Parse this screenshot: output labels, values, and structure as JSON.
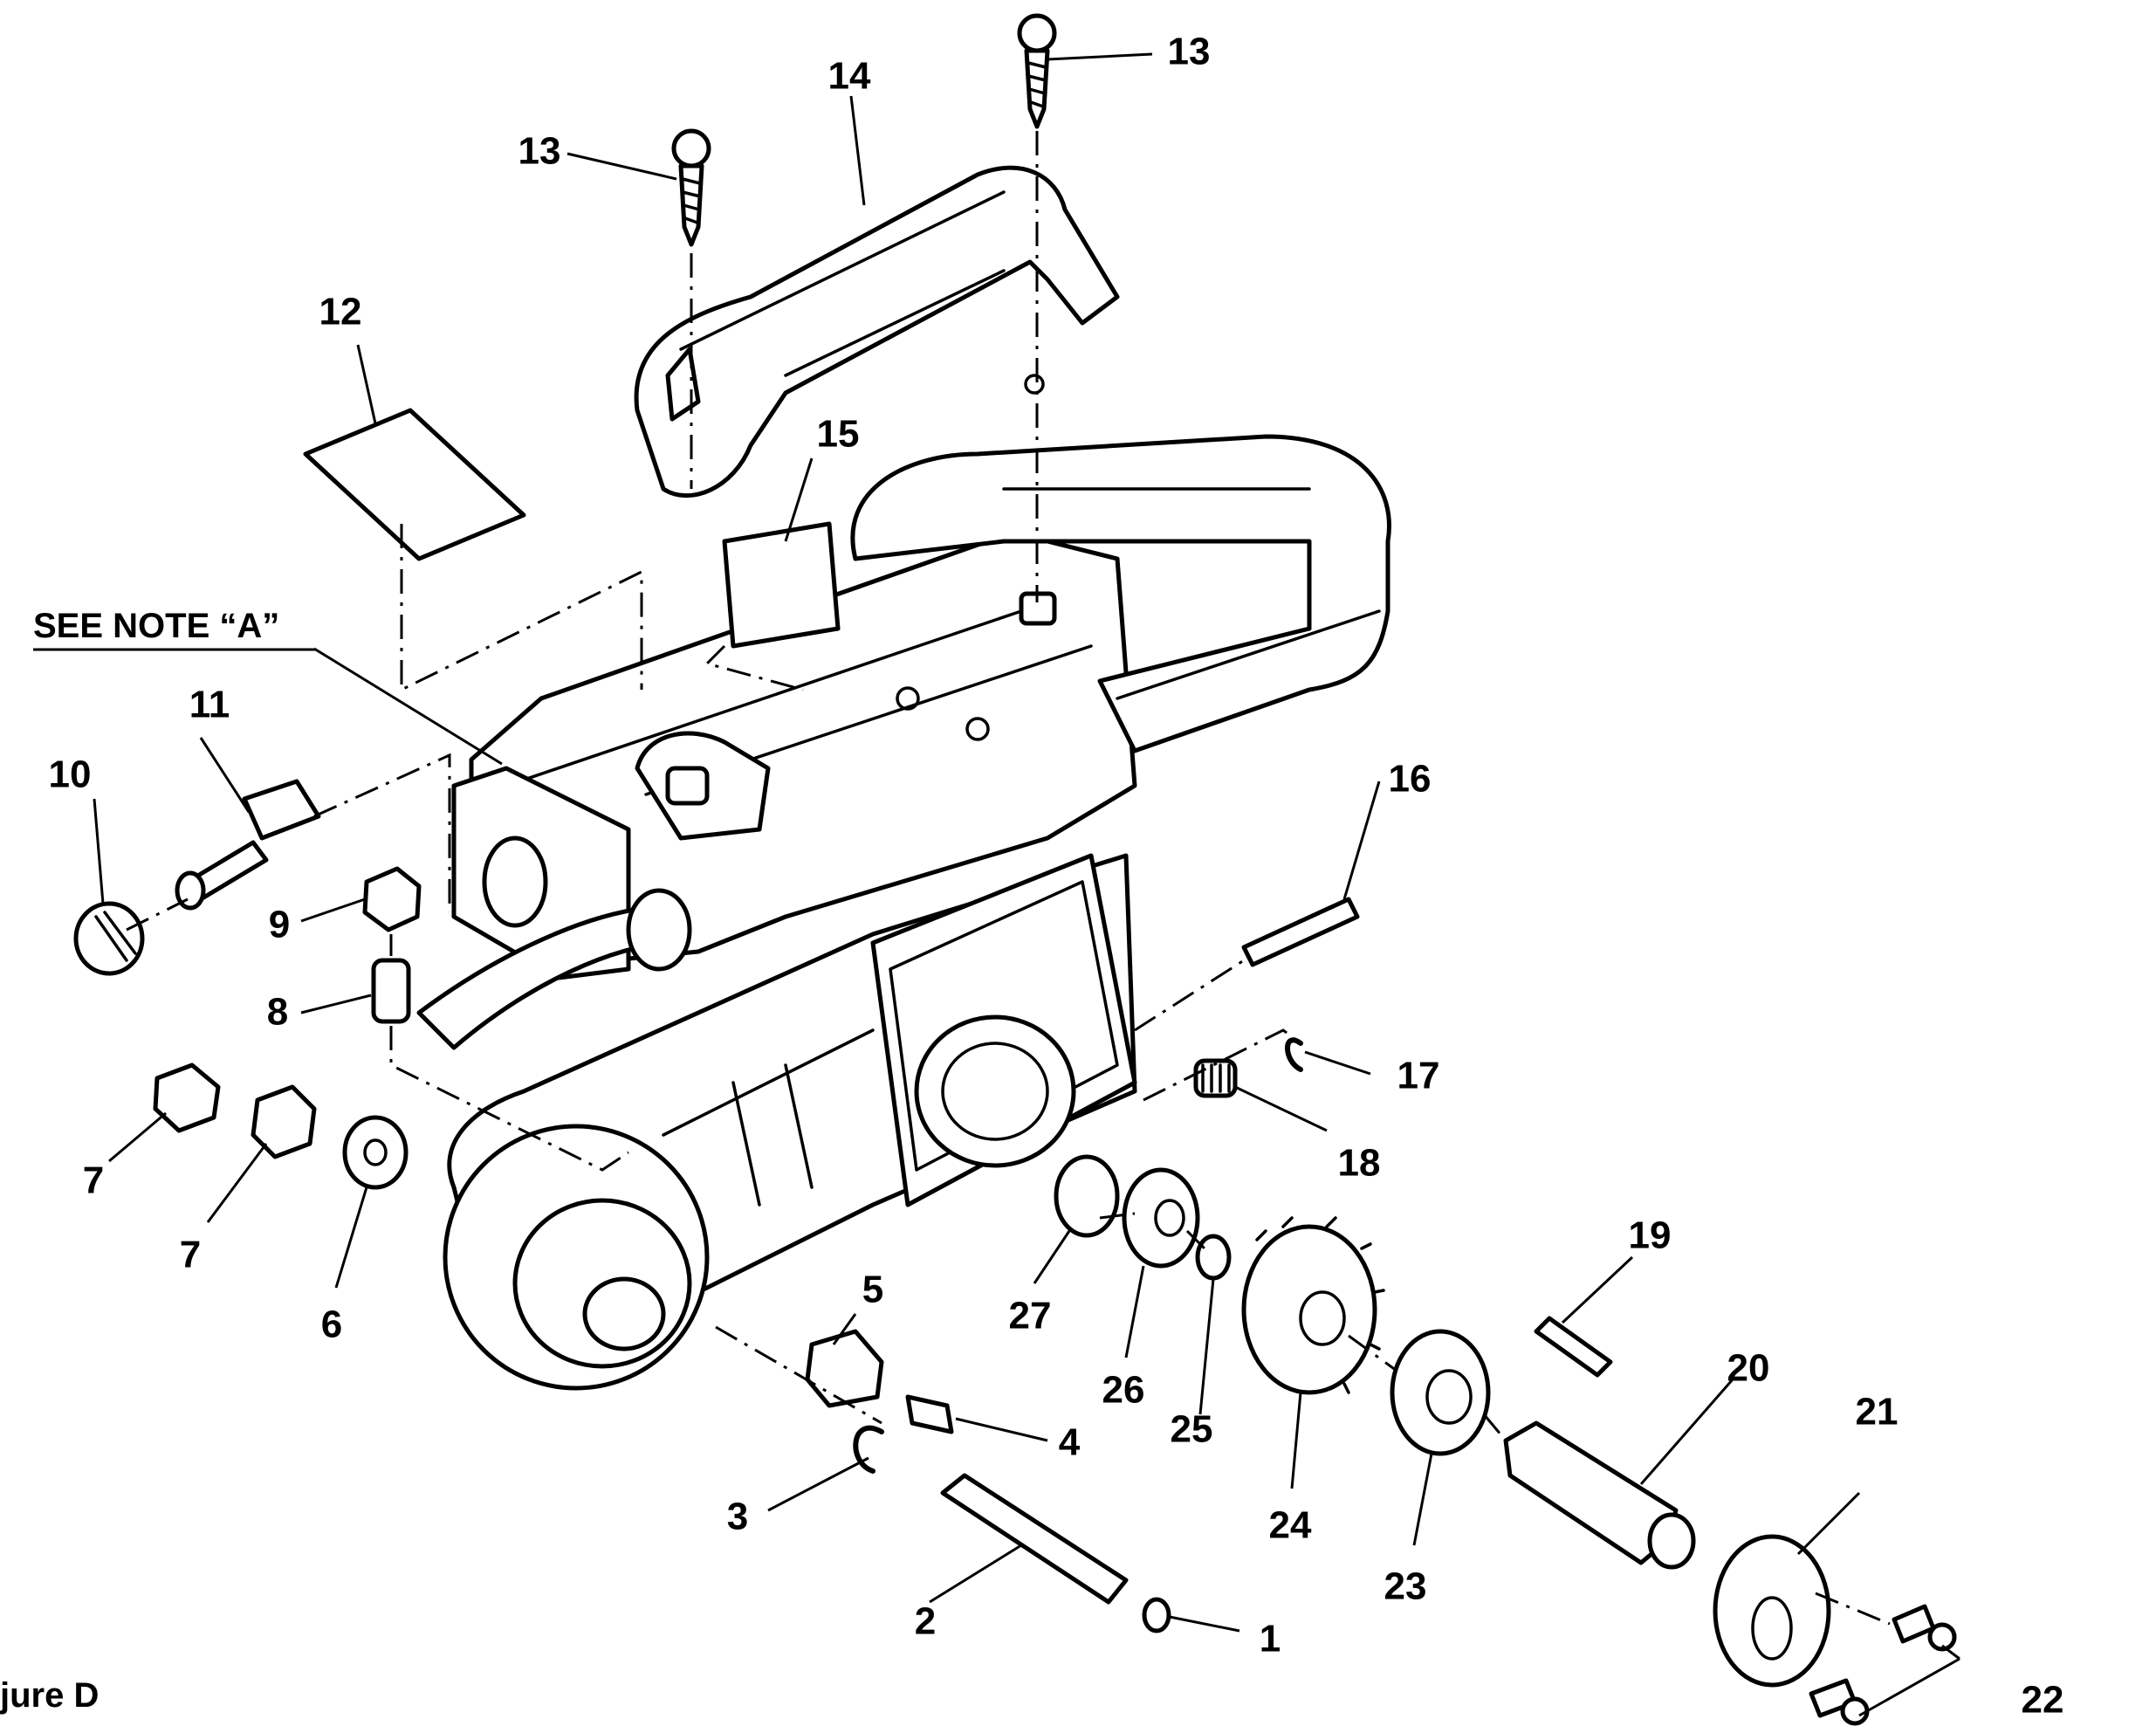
{
  "note_label": "SEE NOTE “A”",
  "figure_label": "jure D",
  "callouts": [
    {
      "id": "c1",
      "text": "1"
    },
    {
      "id": "c2",
      "text": "2"
    },
    {
      "id": "c3",
      "text": "3"
    },
    {
      "id": "c4",
      "text": "4"
    },
    {
      "id": "c5",
      "text": "5"
    },
    {
      "id": "c6",
      "text": "6"
    },
    {
      "id": "c7a",
      "text": "7"
    },
    {
      "id": "c7b",
      "text": "7"
    },
    {
      "id": "c8",
      "text": "8"
    },
    {
      "id": "c9",
      "text": "9"
    },
    {
      "id": "c10",
      "text": "10"
    },
    {
      "id": "c11",
      "text": "11"
    },
    {
      "id": "c12",
      "text": "12"
    },
    {
      "id": "c13a",
      "text": "13"
    },
    {
      "id": "c13b",
      "text": "13"
    },
    {
      "id": "c14",
      "text": "14"
    },
    {
      "id": "c15",
      "text": "15"
    },
    {
      "id": "c16",
      "text": "16"
    },
    {
      "id": "c17",
      "text": "17"
    },
    {
      "id": "c18",
      "text": "18"
    },
    {
      "id": "c19",
      "text": "19"
    },
    {
      "id": "c20",
      "text": "20"
    },
    {
      "id": "c21",
      "text": "21"
    },
    {
      "id": "c22",
      "text": "22"
    },
    {
      "id": "c23",
      "text": "23"
    },
    {
      "id": "c24",
      "text": "24"
    },
    {
      "id": "c25",
      "text": "25"
    },
    {
      "id": "c26",
      "text": "26"
    },
    {
      "id": "c27",
      "text": "27"
    }
  ]
}
